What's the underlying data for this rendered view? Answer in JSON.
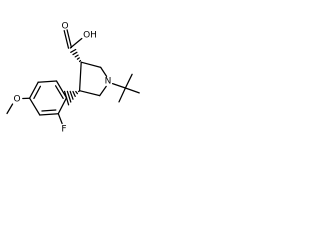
{
  "structure": {
    "atoms": {
      "carboxyl_oh": "OH",
      "carbonyl_o": "O",
      "ring_n": "N",
      "fluorine": "F",
      "methoxy_o": "O"
    },
    "stereo": {
      "c3_to_carboxyl": "hashed-wedge",
      "c4_to_aryl": "hashed-wedge"
    }
  }
}
